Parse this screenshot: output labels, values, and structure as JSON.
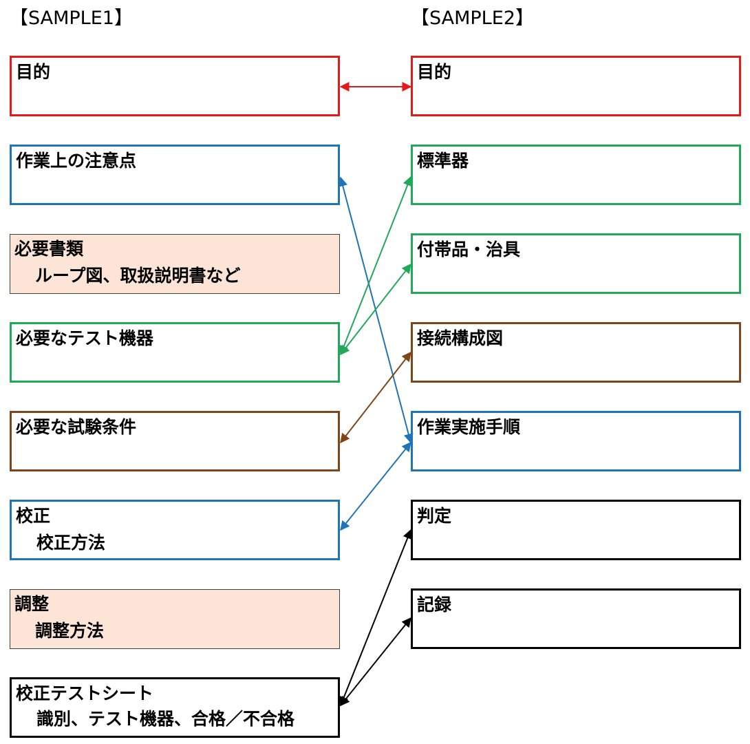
{
  "headers": {
    "left": "【SAMPLE1】",
    "right": "【SAMPLE2】"
  },
  "sample1": {
    "purpose": "目的",
    "work_notes": "作業上の注意点",
    "required_docs": "必要書類",
    "required_docs_sub": "ループ図、取扱説明書など",
    "required_test_equipment": "必要なテスト機器",
    "required_test_conditions": "必要な試験条件",
    "calibration": "校正",
    "calibration_sub": "校正方法",
    "adjustment": "調整",
    "adjustment_sub": "調整方法",
    "calibration_test_sheet": "校正テストシート",
    "calibration_test_sheet_sub": "識別、テスト機器、合格／不合格"
  },
  "sample2": {
    "purpose": "目的",
    "standard_instrument": "標準器",
    "accessories_jigs": "付帯品・治具",
    "connection_diagram": "接続構成図",
    "work_procedure": "作業実施手順",
    "judgment": "判定",
    "record": "記録"
  },
  "colors": {
    "red": "#e61919",
    "blue": "#1f73b8",
    "green": "#21a85a",
    "brown": "#7f4518",
    "black": "#000000",
    "shaded_fill": "#fce4d6"
  }
}
